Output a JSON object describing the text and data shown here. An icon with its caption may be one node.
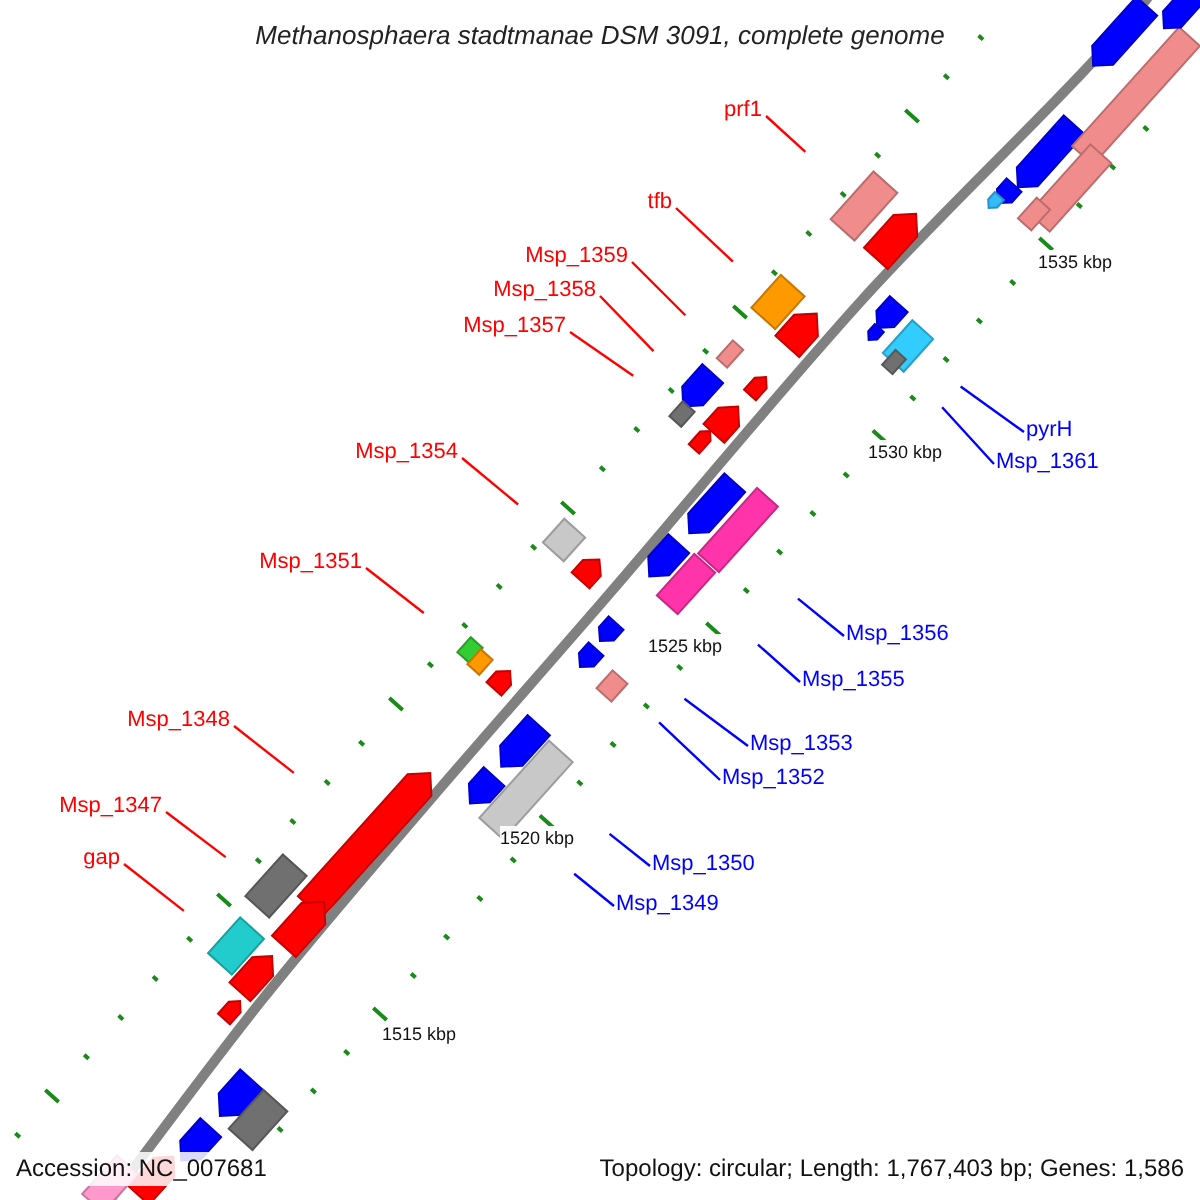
{
  "diagram": {
    "title": "Methanosphaera stadtmanae DSM 3091, complete genome",
    "nodes": [
      {
        "text": [
          "prf1"
        ]
      },
      {
        "text": [
          "tfb"
        ]
      },
      {
        "text": [
          "Msp_1359"
        ]
      },
      {
        "text": [
          "Msp_1358"
        ]
      },
      {
        "text": [
          "Msp_1357"
        ]
      },
      {
        "text": [
          "pyrH"
        ]
      },
      {
        "text": [
          "Msp_1354"
        ]
      },
      {
        "text": [
          "Msp_1361"
        ]
      },
      {
        "text": [
          "Msp_1351"
        ]
      },
      {
        "text": [
          "Msp_1356"
        ]
      },
      {
        "text": [
          "Msp_1355"
        ]
      },
      {
        "text": [
          "Msp_1348"
        ]
      },
      {
        "text": [
          "Msp_1353"
        ]
      },
      {
        "text": [
          "Msp_1352"
        ]
      },
      {
        "text": [
          "Msp_1347"
        ]
      },
      {
        "text": [
          "gap"
        ]
      },
      {
        "text": [
          "Msp_1350"
        ]
      },
      {
        "text": [
          "Msp_1349"
        ]
      }
    ],
    "edges": [
      {
        "from": 0,
        "to": null,
        "arrow": "none"
      },
      {
        "from": 1,
        "to": null,
        "arrow": "none"
      },
      {
        "from": 2,
        "to": null,
        "arrow": "none"
      },
      {
        "from": 3,
        "to": null,
        "arrow": "none"
      },
      {
        "from": 4,
        "to": null,
        "arrow": "none"
      },
      {
        "from": 5,
        "to": null,
        "arrow": "none",
        "color": "#0000ff"
      },
      {
        "from": 6,
        "to": null,
        "arrow": "none"
      },
      {
        "from": 7,
        "to": null,
        "arrow": "none",
        "color": "#0000ff"
      },
      {
        "from": 8,
        "to": null,
        "arrow": "none"
      },
      {
        "from": 9,
        "to": null,
        "arrow": "none",
        "color": "#0000ff"
      },
      {
        "from": 10,
        "to": null,
        "arrow": "none",
        "color": "#0000ff"
      },
      {
        "from": 11,
        "to": null,
        "arrow": "none"
      },
      {
        "from": 12,
        "to": null,
        "arrow": "none",
        "color": "#0000ff"
      },
      {
        "from": 13,
        "to": null,
        "arrow": "none",
        "color": "#0000ff"
      },
      {
        "from": 14,
        "to": null,
        "arrow": "none"
      },
      {
        "from": 15,
        "to": null,
        "arrow": "none"
      },
      {
        "from": 16,
        "to": null,
        "arrow": "none",
        "color": "#0000ff"
      },
      {
        "from": 17,
        "to": null,
        "arrow": "none",
        "color": "#0000ff"
      }
    ],
    "labels": [
      "1535 kbp",
      "1530 kbp",
      "1525 kbp",
      "1520 kbp",
      "1515 kbp",
      "Accession: NC_007681",
      "Topology: circular; Length: 1,767,403 bp; Genes: 1,586"
    ]
  }
}
